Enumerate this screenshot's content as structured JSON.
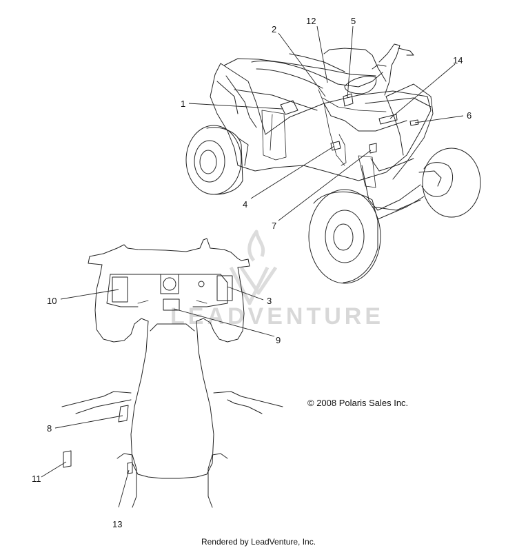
{
  "callouts": [
    {
      "id": "1",
      "label": "1"
    },
    {
      "id": "2",
      "label": "2"
    },
    {
      "id": "3",
      "label": "3"
    },
    {
      "id": "4",
      "label": "4"
    },
    {
      "id": "5",
      "label": "5"
    },
    {
      "id": "6",
      "label": "6"
    },
    {
      "id": "7",
      "label": "7"
    },
    {
      "id": "8",
      "label": "8"
    },
    {
      "id": "9",
      "label": "9"
    },
    {
      "id": "10",
      "label": "10"
    },
    {
      "id": "11",
      "label": "11"
    },
    {
      "id": "12",
      "label": "12"
    },
    {
      "id": "13",
      "label": "13"
    },
    {
      "id": "14",
      "label": "14"
    }
  ],
  "copyright": "© 2008 Polaris Sales Inc.",
  "footer": "Rendered by LeadVenture, Inc.",
  "watermark": "LEADVENTURE",
  "colors": {
    "line": "#222222",
    "watermark": "#d8d8d8",
    "background": "#ffffff"
  }
}
